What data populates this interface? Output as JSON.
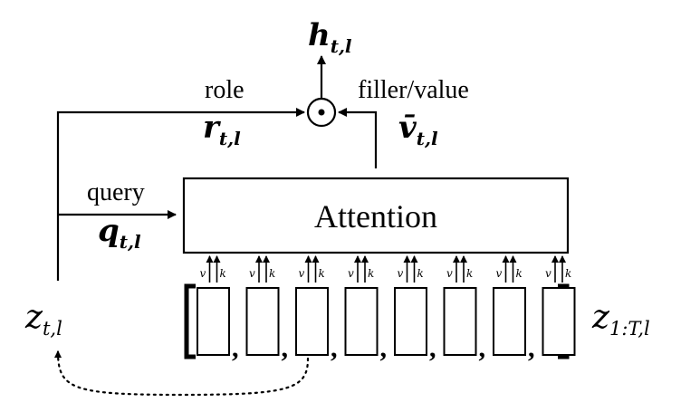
{
  "labels": {
    "output": "h",
    "output_sub": "t,l",
    "role_word": "role",
    "role_symbol": "r",
    "role_sub": "t,l",
    "filler_word": "filler/value",
    "filler_symbol": "v̄",
    "filler_sub": "t,l",
    "query_word": "query",
    "query_symbol": "q",
    "query_sub": "t,l",
    "attention": "Attention",
    "z_symbol": "z",
    "z_sub": "t,l",
    "memory_symbol": "z",
    "memory_sub": "1:T,l",
    "product_symbol": "⊙",
    "value_key_pairs": [
      {
        "v": "v",
        "k": "k"
      },
      {
        "v": "v",
        "k": "k"
      },
      {
        "v": "v",
        "k": "k"
      },
      {
        "v": "v",
        "k": "k"
      },
      {
        "v": "v",
        "k": "k"
      },
      {
        "v": "v",
        "k": "k"
      },
      {
        "v": "v",
        "k": "k"
      },
      {
        "v": "v",
        "k": "k"
      }
    ],
    "memory_separator": ","
  },
  "colors": {
    "stroke": "#000000",
    "background": "#ffffff"
  }
}
